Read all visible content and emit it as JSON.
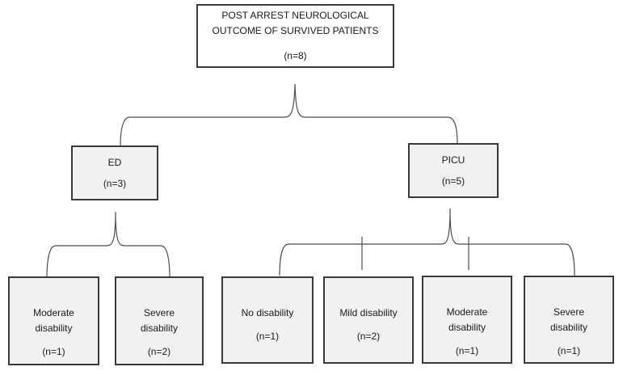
{
  "colors": {
    "background": "#ffffff",
    "root_fill": "#ffffff",
    "box_fill": "#f1f1f1",
    "box_border": "#3a3a3a",
    "line": "#4d4d4d",
    "text": "#1a1a1a"
  },
  "root": {
    "title_line1": "POST ARREST NEUROLOGICAL",
    "title_line2": "OUTCOME OF SURVIVED PATIENTS",
    "count": "(n=8)"
  },
  "level2": [
    {
      "label": "ED",
      "count": "(n=3)"
    },
    {
      "label": "PICU",
      "count": "(n=5)"
    }
  ],
  "leaves": [
    {
      "label": "Moderate disability",
      "count": "(n=1)"
    },
    {
      "label": "Severe disability",
      "count": "(n=2)"
    },
    {
      "label": "No disability",
      "count": "(n=1)"
    },
    {
      "label": "Mild disability",
      "count": "(n=2)"
    },
    {
      "label": "Moderate disability",
      "count": "(n=1)"
    },
    {
      "label": "Severe disability",
      "count": "(n=1)"
    }
  ]
}
